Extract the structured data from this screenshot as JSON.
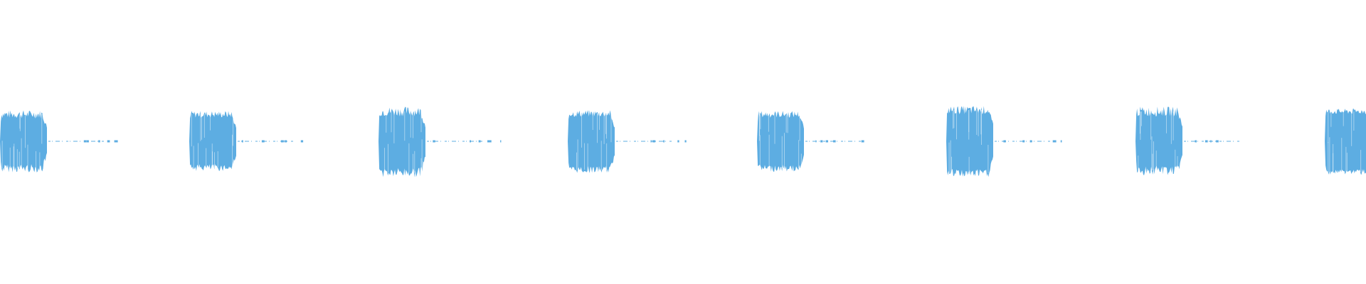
{
  "waveform": {
    "color": "#5dade2",
    "background": "#ffffff",
    "bursts": [
      {
        "amp_top": 0.38,
        "amp_bottom": 0.38,
        "ripple": 0.06
      },
      {
        "amp_top": 0.38,
        "amp_bottom": 0.37,
        "ripple": 0.05
      },
      {
        "amp_top": 0.42,
        "amp_bottom": 0.44,
        "ripple": 0.07
      },
      {
        "amp_top": 0.39,
        "amp_bottom": 0.4,
        "ripple": 0.05
      },
      {
        "amp_top": 0.38,
        "amp_bottom": 0.38,
        "ripple": 0.05
      },
      {
        "amp_top": 0.44,
        "amp_bottom": 0.45,
        "ripple": 0.06
      },
      {
        "amp_top": 0.42,
        "amp_bottom": 0.41,
        "ripple": 0.07
      },
      {
        "amp_top": 0.42,
        "amp_bottom": 0.43,
        "ripple": 0.04
      }
    ]
  }
}
